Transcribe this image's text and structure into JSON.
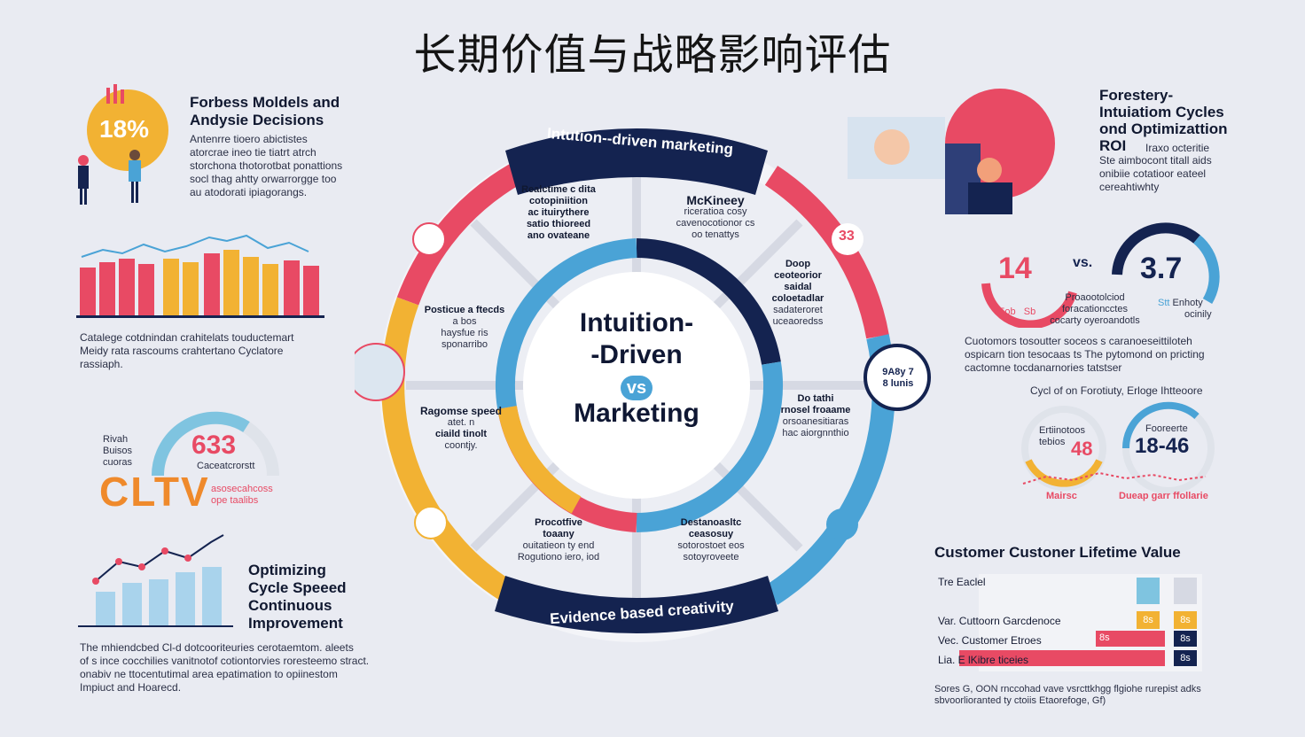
{
  "title": "长期价值与战略影响评估",
  "colors": {
    "red": "#e84a64",
    "yellow": "#f2b233",
    "blue": "#4aa3d6",
    "navy": "#142350",
    "teal": "#7fc4e0"
  },
  "top_left": {
    "badge": "18%",
    "heading_line1": "Forbess Moldels and",
    "heading_line2": "Andysie Decisions",
    "body": [
      "Antenrre tioero abictistes",
      "atorcrae ineo tie tiatrt atrch",
      "storchona thotorotbat ponattions",
      "socl thag ahtty orwarrorgge too",
      "au atodorati ipiagorangs."
    ]
  },
  "bar_chart_caption": [
    "Catalege cotdnindan crahitelats touductemart",
    "Meidy rata rascoums crahtertano Cyclatore",
    "rassiaph."
  ],
  "cltv": {
    "value": "633",
    "word": "CLTV",
    "side_label": [
      "Rivah",
      "Buisos",
      "cuoras"
    ],
    "sub": "Caceatcrorstt",
    "note": [
      "asosecahcoss",
      "ope taalibs"
    ]
  },
  "optimizing": {
    "heading": [
      "Optimizing",
      "Cycle Speeed",
      "Continuous",
      "Improvement"
    ],
    "body": [
      "The mhiendcbed Cl-d dotcooriteuries cerotaemtom. aleets",
      "of s ince cocchilies vanitnotof cotiontorvies roresteemo stract.",
      "onabiv ne ttocentutimal area epatimation to opiinestom",
      "Impiuct and Hoarecd."
    ]
  },
  "wheel": {
    "top_banner": "Intution--driven marketing",
    "bottom_banner": "Evidence based creativity",
    "hub": [
      "Intuition-",
      "-Driven",
      "vs",
      "Marketing"
    ],
    "badge_33": "33",
    "badge_right": [
      "9A8y 7",
      "8 lunis"
    ],
    "segments": {
      "s1": [
        "Realctime c dita",
        "cotopiniition",
        "ac ituirythere",
        "satio thioreed",
        "ano ovateane"
      ],
      "s2": [
        "McKineey",
        "riceratioa cosy",
        "cavenocotionor cs",
        "oo tenattys"
      ],
      "s3": [
        "Doop",
        "ceoteorior",
        "saidal",
        "coloetadlar",
        "sadateroret",
        "uceaoredss"
      ],
      "s4": [
        "Do tathi",
        "rnosel froaame",
        "orsoanesitiaras",
        "hac aiorgnnthio"
      ],
      "s5": [
        "Destanoasltc",
        "ceasosuy",
        "sotorostoet eos",
        "sotoyroveete"
      ],
      "s6": [
        "Procotfive",
        "toaany",
        "ouitatieon ty end",
        "Rogutiono iero, iod"
      ],
      "s7": [
        "Ragomse speed",
        "atet. n",
        "ciaild tinolt",
        "coontjy."
      ],
      "s8": [
        "Posticue a ftecds",
        "a bos",
        "haysfue ris",
        "sponarribo"
      ]
    }
  },
  "top_right": {
    "heading": [
      "Forestery-",
      "Intuiatiom Cycles",
      "ond Optimizattion",
      "ROI"
    ],
    "side": "Iraxo octeritie",
    "body": [
      "Ste aimbocont titall aids",
      "onibiie cotatioor eateel",
      "cereahtiwhty"
    ]
  },
  "comparison": {
    "left": "14",
    "vs": "vs.",
    "right": "3.7",
    "left_tags": [
      "Eob",
      "Sb"
    ],
    "right_tags": [
      "Stt",
      "Enhoty",
      "ocinily"
    ],
    "mid": [
      "Proaootolciod",
      "foracationcctes",
      "cocarty oyeroandotls"
    ],
    "body": [
      "Cuotomors tosoutter soceos s caranoeseittiloteh",
      "ospicarn tion tesocaas ts The pytomond on pricting",
      "cactomne tocdanarnories tatstser"
    ]
  },
  "cycle": {
    "title": "Cycl of on Forotiuty, Erloge Ihtteoore",
    "left_value": "48",
    "left_label": [
      "Ertiinotoos",
      "tebios"
    ],
    "right_label": "Fooreerte",
    "right_value": "18-46",
    "left_caption": "Mairsc",
    "right_caption": "Dueap garr ffollarie"
  },
  "clv_table": {
    "heading": "Customer Custoner Lifetime Value",
    "rows": [
      {
        "label": "Tre Eaclel",
        "left": "",
        "right": ""
      },
      {
        "label": "Var. Cuttoorn Garcdenoce",
        "left": "8s",
        "right": "8s"
      },
      {
        "label": "Vec. Customer Etroes",
        "left": "8s",
        "right": "8s"
      },
      {
        "label": "Lia. E lKibre ticeies",
        "left": "",
        "right": "8s"
      }
    ],
    "source": [
      "Sores G, OON rnccohad vave vsrcttkhgg flgiohe rurepist adks",
      "sbvoorlioranted ty ctoiis Etaorefoge, Gf)"
    ]
  }
}
